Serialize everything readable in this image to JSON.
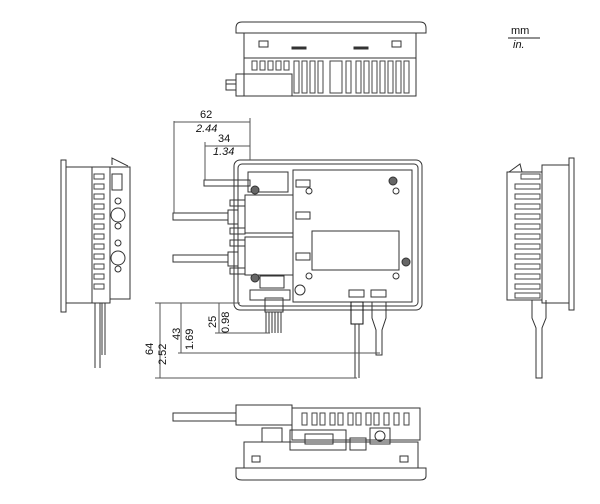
{
  "units": {
    "top": "mm",
    "bottom": "in."
  },
  "views": [
    "top-view",
    "rear-view",
    "left-side-view",
    "right-side-view",
    "bottom-view"
  ],
  "dimensions": {
    "width_overall": {
      "mm": "62",
      "in": "2.44"
    },
    "width_inner": {
      "mm": "34",
      "in": "1.34"
    },
    "height_overall": {
      "mm": "64",
      "in": "2.52"
    },
    "height_mid": {
      "mm": "43",
      "in": "1.69"
    },
    "height_small": {
      "mm": "25",
      "in": "0.98"
    }
  }
}
